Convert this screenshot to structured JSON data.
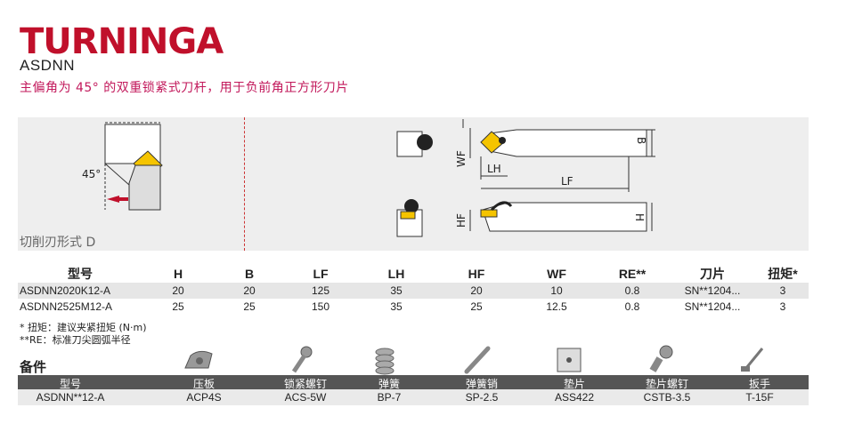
{
  "header": {
    "brand": "TURNINGA",
    "code": "ASDNN",
    "description": "主偏角为 45° 的双重锁紧式刀杆，用于负前角正方形刀片"
  },
  "banner": {
    "cutting_form": "切削刃形式 D",
    "angle_label": "45°",
    "dim_labels": {
      "b": "B",
      "wf": "WF",
      "lh": "LH",
      "lf": "LF",
      "hf": "HF",
      "h": "H"
    }
  },
  "spec_table": {
    "headers": [
      "型号",
      "H",
      "B",
      "LF",
      "LH",
      "HF",
      "WF",
      "RE**",
      "刀片",
      "扭矩*"
    ],
    "rows": [
      [
        "ASDNN2020K12-A",
        "20",
        "20",
        "125",
        "35",
        "20",
        "10",
        "0.8",
        "SN**1204...",
        "3"
      ],
      [
        "ASDNN2525M12-A",
        "25",
        "25",
        "150",
        "35",
        "25",
        "12.5",
        "0.8",
        "SN**1204...",
        "3"
      ]
    ]
  },
  "notes": [
    "* 扭矩：建议夹紧扭矩 (N·m)",
    "**RE：标准刀尖圆弧半径"
  ],
  "parts": {
    "title": "备件",
    "headers": [
      "型号",
      "压板",
      "锁紧螺钉",
      "弹簧",
      "弹簧销",
      "垫片",
      "垫片螺钉",
      "扳手"
    ],
    "values": [
      "ASDNN**12-A",
      "ACP4S",
      "ACS-5W",
      "BP-7",
      "SP-2.5",
      "ASS422",
      "CSTB-3.5",
      "T-15F"
    ],
    "icons": [
      "clamp-icon",
      "lock-screw-icon",
      "spring-icon",
      "spring-pin-icon",
      "shim-icon",
      "shim-screw-icon",
      "wrench-icon"
    ]
  },
  "colors": {
    "brand": "#c0102b",
    "accent": "#c2185b",
    "insert": "#f5c400"
  }
}
